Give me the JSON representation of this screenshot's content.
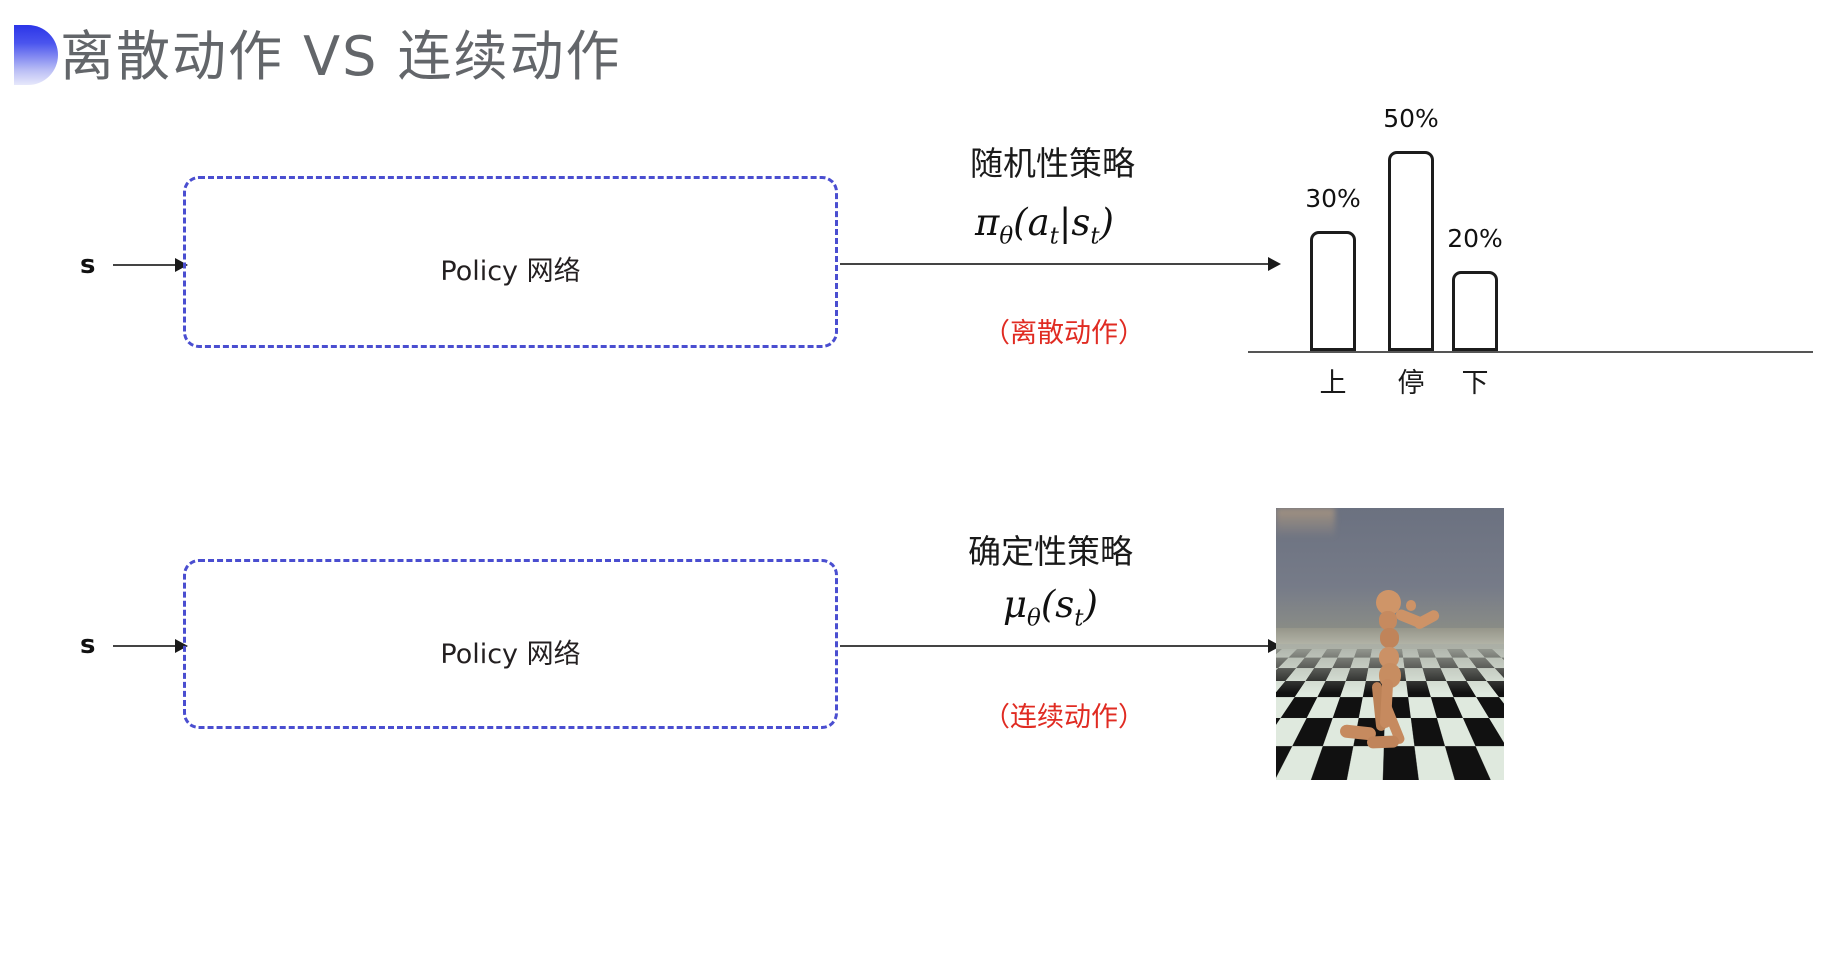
{
  "slide": {
    "title": "离散动作 VS 连续动作",
    "accent_color": "#2b35e8",
    "box_border_color": "#4a4ed0",
    "red_color": "#e02b22",
    "title_color": "#63666a"
  },
  "rows": [
    {
      "id": "stochastic",
      "input_label": "s",
      "network_label": "Policy 网络",
      "policy_type_cn": "随机性策略",
      "policy_formula": "π",
      "policy_formula_sub": "θ",
      "policy_formula_rest": "(a",
      "policy_formula_sub2": "t",
      "policy_formula_bar": "|s",
      "policy_formula_sub3": "t",
      "policy_formula_close": ")",
      "action_kind_cn": "（离散动作）"
    },
    {
      "id": "deterministic",
      "input_label": "s",
      "network_label": "Policy 网络",
      "policy_type_cn": "确定性策略",
      "policy_formula": "μ",
      "policy_formula_sub": "θ",
      "policy_formula_rest": "(s",
      "policy_formula_sub2": "t",
      "policy_formula_close": ")",
      "action_kind_cn": "（连续动作）"
    }
  ],
  "chart_data": {
    "type": "bar",
    "title": "",
    "xlabel": "",
    "ylabel": "",
    "categories": [
      "上",
      "停",
      "下"
    ],
    "values": [
      30,
      50,
      20
    ],
    "value_labels": [
      "30%",
      "50%",
      "20%"
    ],
    "ylim": [
      0,
      60
    ],
    "grid": false,
    "legend": "none",
    "bar_fill": "#ffffff",
    "bar_stroke": "#1c1c1c"
  },
  "humanoid": {
    "caption": "",
    "scene": "mujoco-humanoid-checkerboard"
  }
}
